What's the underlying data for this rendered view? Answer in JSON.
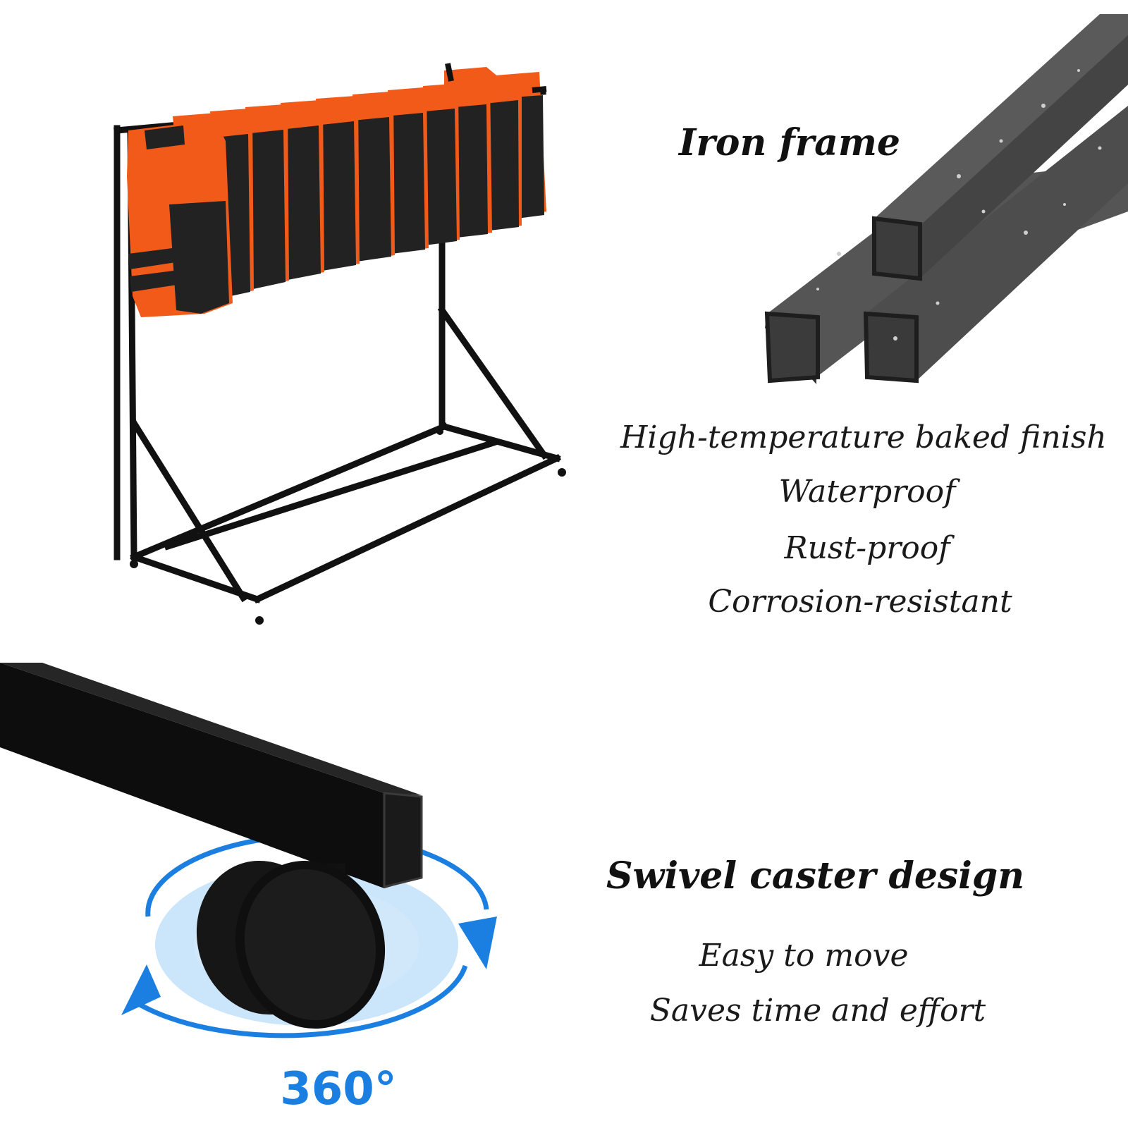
{
  "sections": {
    "iron_frame": {
      "heading": "Iron frame",
      "features": [
        "High-temperature baked finish",
        "Waterproof",
        "Rust-proof",
        "Corrosion-resistant"
      ]
    },
    "caster": {
      "heading": "Swivel caster design",
      "features": [
        "Easy to move",
        "Saves time and effort"
      ],
      "rotation_label": "360°"
    }
  },
  "colors": {
    "frame": "#111111",
    "vest_orange": "#f25a1a",
    "vest_black": "#222222",
    "tube_gray": "#4a4a4a",
    "arrow_blue": "#1a7fe0"
  },
  "images": {
    "rack": "life-vest-rack-image",
    "tubes": "square-iron-tubes-image",
    "caster": "swivel-caster-image"
  }
}
